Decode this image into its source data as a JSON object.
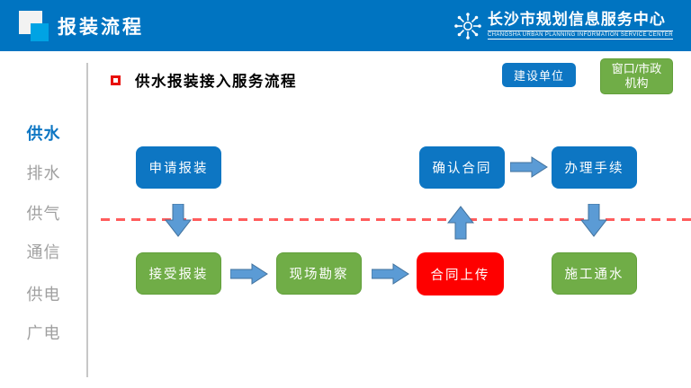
{
  "header": {
    "title": "报装流程",
    "brand": {
      "name_zh": "长沙市规划信息服务中心",
      "name_en": "CHANGSHA URBAN PLANNING INFORMATION SERVICE CENTER"
    }
  },
  "sidebar": {
    "items": [
      {
        "label": "供水",
        "active": true
      },
      {
        "label": "排水",
        "active": false
      },
      {
        "label": "供气",
        "active": false
      },
      {
        "label": "通信",
        "active": false
      },
      {
        "label": "供电",
        "active": false
      },
      {
        "label": "广电",
        "active": false
      }
    ]
  },
  "main": {
    "section_title": "供水报装接入服务流程",
    "legend": {
      "construction_unit": {
        "label": "建设单位",
        "color": "#0d76c3"
      },
      "window_municipal": {
        "line1": "窗口/市政",
        "line2": "机构",
        "color": "#70ad47"
      }
    },
    "flow": {
      "top_row": {
        "step1": "申请报装",
        "step2": "确认合同",
        "step3": "办理手续"
      },
      "bottom_row": {
        "step1": "接受报装",
        "step2": "现场勘察",
        "step3": "合同上传",
        "step4": "施工通水"
      },
      "highlighted_step": "合同上传"
    },
    "colors": {
      "header_blue": "#0074c1",
      "box_blue": "#0d76c3",
      "box_green": "#70ad47",
      "box_red": "#fe0000",
      "arrow_fill": "#5b9bd5",
      "arrow_stroke": "#41719c",
      "dashed_line": "#ff5c5c"
    }
  }
}
